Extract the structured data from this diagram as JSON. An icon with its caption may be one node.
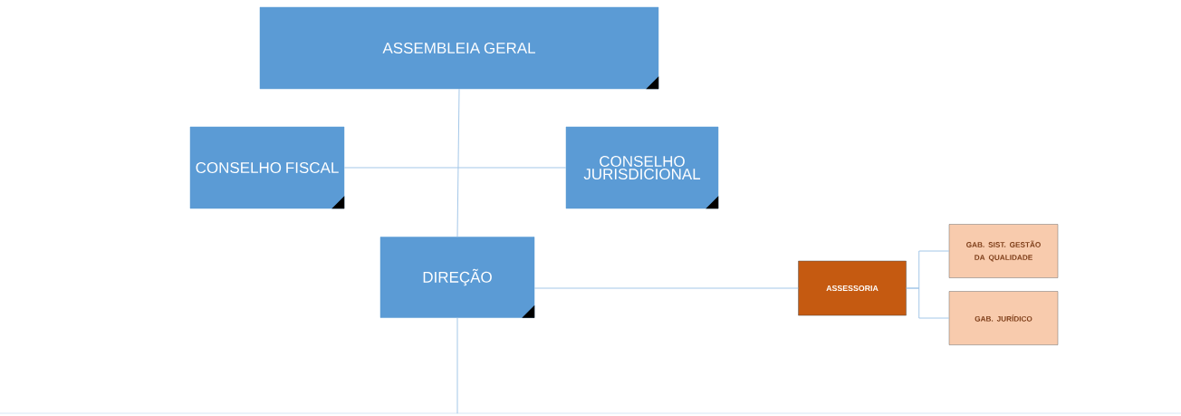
{
  "diagram": {
    "nodes": [
      {
        "text": [
          "ASSEMBLEIA GERAL"
        ]
      },
      {
        "text": [
          "CONSELHO FISCAL"
        ]
      },
      {
        "text": [
          "CONSELHO JURISDICIONAL"
        ]
      },
      {
        "text": [
          "DIREÇÃO"
        ]
      },
      {
        "text": [
          "ASSESSORIA"
        ]
      },
      {
        "text": [
          "GAB. SIST. GESTÃO DA QUALIDADE"
        ]
      },
      {
        "text": [
          "GAB. JURÍDICO"
        ]
      }
    ],
    "edges": [
      {
        "from": 0,
        "to": 3,
        "arrow": "none"
      },
      {
        "from": 1,
        "to": 2,
        "arrow": "none"
      },
      {
        "from": 3,
        "to": 4,
        "arrow": "none"
      },
      {
        "from": 4,
        "to": 5,
        "arrow": "none"
      },
      {
        "from": 4,
        "to": 6,
        "arrow": "none"
      },
      {
        "from": 3,
        "to": null,
        "arrow": "none"
      }
    ]
  }
}
